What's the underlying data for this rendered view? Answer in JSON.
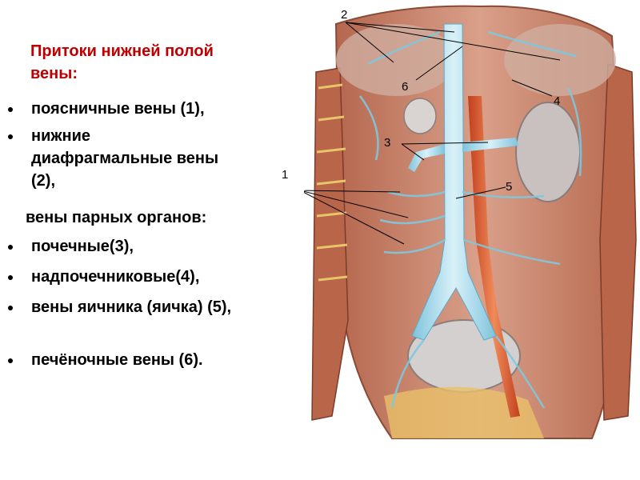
{
  "title": {
    "line1": "Притоки нижней полой",
    "line2": "вены:"
  },
  "list_top": [
    "поясничные вены (1),",
    "нижние диафрагмальные вены (2),"
  ],
  "subheading": "вены парных органов:",
  "list_bottom": [
    "почечные(3),",
    "надпочечниковые(4),",
    "вены яичника (яичка) (5),",
    "печёночные вены (6)."
  ],
  "figure": {
    "labels": [
      "1",
      "2",
      "3",
      "4",
      "5",
      "6"
    ]
  },
  "colors": {
    "title": "#c00000",
    "vein": "#9fd6e8",
    "artery": "#d9552b",
    "tissue": "#c9836a"
  }
}
